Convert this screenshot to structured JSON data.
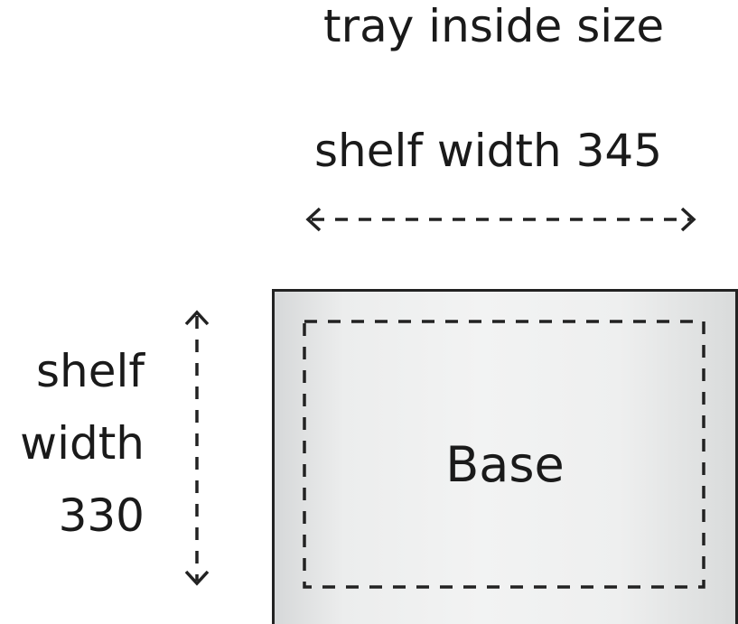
{
  "title": "tray inside size",
  "width_label": "shelf width 345",
  "depth_label": [
    "shelf",
    "width",
    "330"
  ],
  "base_label": "Base",
  "colors": {
    "line": "#222222",
    "box_fill": "#eeefef"
  }
}
